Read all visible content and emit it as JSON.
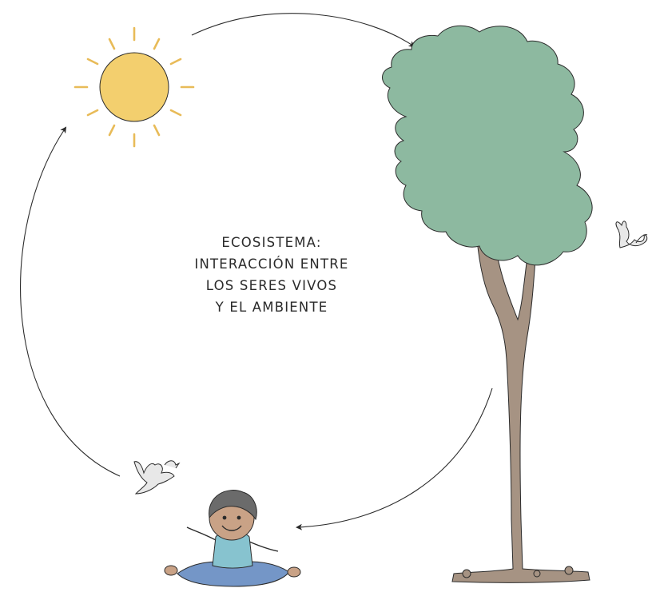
{
  "diagram": {
    "title": "ECOSISTEMA:",
    "lines": [
      "INTERACCIÓN ENTRE",
      "LOS SERES VIVOS",
      "Y EL AMBIENTE"
    ]
  },
  "colors": {
    "sun": "#f3cf6e",
    "sun_rays": "#e8bb58",
    "foliage": "#8db9a0",
    "trunk": "#a69383",
    "skin": "#c9a286",
    "hair": "#6b6b6b",
    "shirt": "#87c3cf",
    "pants": "#7496c7",
    "bird": "#e8e8e8",
    "arrow": "#2b2b2b"
  },
  "icons": [
    "sun-icon",
    "tree-icon",
    "bird-icon",
    "child-icon",
    "arrow-icon"
  ]
}
